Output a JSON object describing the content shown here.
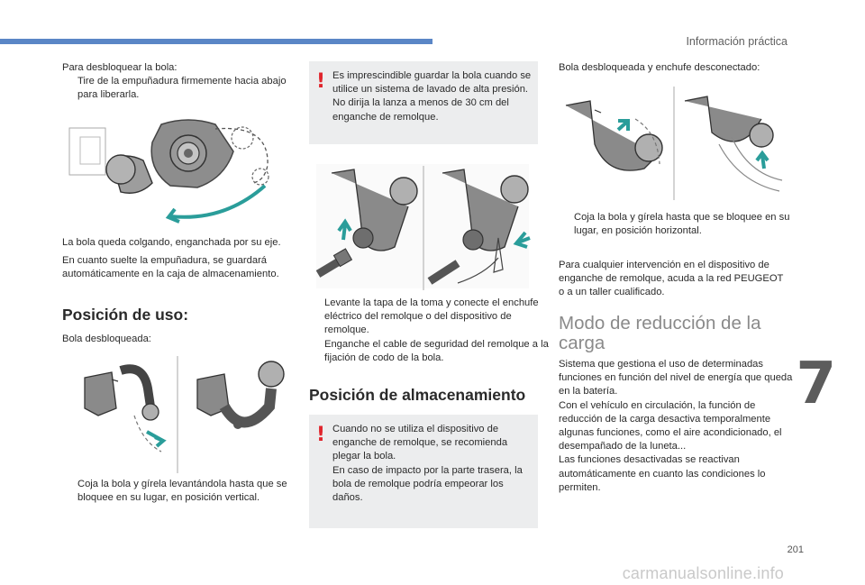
{
  "header": {
    "section_title": "Información práctica"
  },
  "tab_number": "7",
  "page_number": "201",
  "watermark": "carmanualsonline.info",
  "col1": {
    "intro": "Para desbloquear la bola:",
    "bullet1": "Tire de la empuñadura firmemente hacia abajo para liberarla.",
    "text_hanging": "La bola queda colgando, enganchada por su eje.",
    "text_release": "En cuanto suelte la empuñadura, se guardará automáticamente en la caja de almacenamiento.",
    "heading_use": "Posición de uso:",
    "text_unlocked": "Bola desbloqueada:",
    "bullet2": "Coja la bola y gírela levantándola hasta que se bloquee en su lugar, en posición vertical."
  },
  "col2": {
    "warning1": "Es imprescindible guardar la bola cuando se utilice un sistema de lavado de alta presión.\nNo dirija la lanza a menos de 30 cm del enganche de remolque.",
    "bullet1": "Levante la tapa de la toma y conecte el enchufe eléctrico del remolque o del dispositivo de remolque.",
    "bullet2": "Enganche el cable de seguridad del remolque a la fijación de codo de la bola.",
    "heading_storage": "Posición de almacenamiento",
    "warning2": "Cuando no se utiliza el dispositivo de enganche de remolque, se recomienda plegar la bola.\nEn caso de impacto por la parte trasera, la bola de remolque podría empeorar los daños."
  },
  "col3": {
    "intro": "Bola desbloqueada y enchufe desconectado:",
    "bullet1": "Coja la bola y gírela hasta que se bloquee en su lugar, en posición horizontal.",
    "text_service": "Para cualquier intervención en el dispositivo de enganche de remolque, acuda a la red PEUGEOT o a un taller cualificado.",
    "heading_reduction": "Modo de reducción de la carga",
    "text_reduction": "Sistema que gestiona el uso de determinadas funciones en función del nivel de energía que queda en la batería.\nCon el vehículo en circulación, la función de reducción de la carga desactiva temporalmente algunas funciones, como el aire acondicionado, el desempañado de la luneta...\nLas funciones desactivadas se reactivan automáticamente en cuanto las condiciones lo permiten."
  },
  "bullet_marker": "",
  "warning_marker": "!",
  "colors": {
    "accent_bar": "#5a86c6",
    "warning_red": "#e0242b",
    "warning_bg": "#ecedee",
    "arrow_teal": "#2a9d9a"
  }
}
